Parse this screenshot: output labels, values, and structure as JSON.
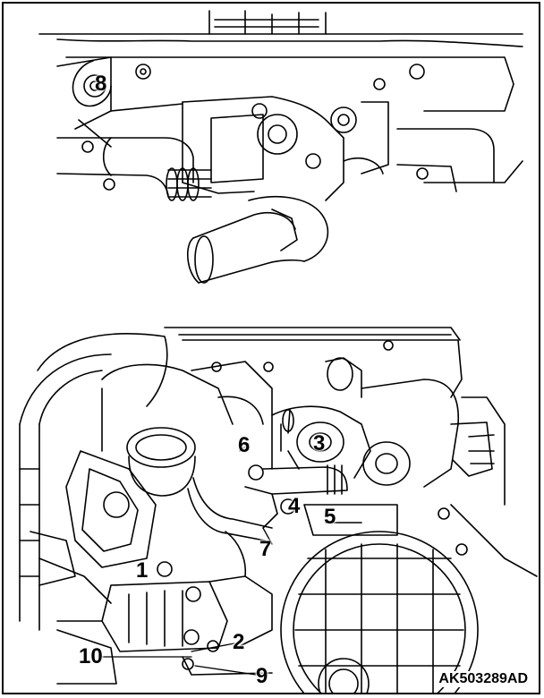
{
  "figure": {
    "code": "AK503289AD",
    "callouts": [
      "1",
      "2",
      "3",
      "4",
      "5",
      "6",
      "7",
      "8",
      "9",
      "10"
    ]
  }
}
